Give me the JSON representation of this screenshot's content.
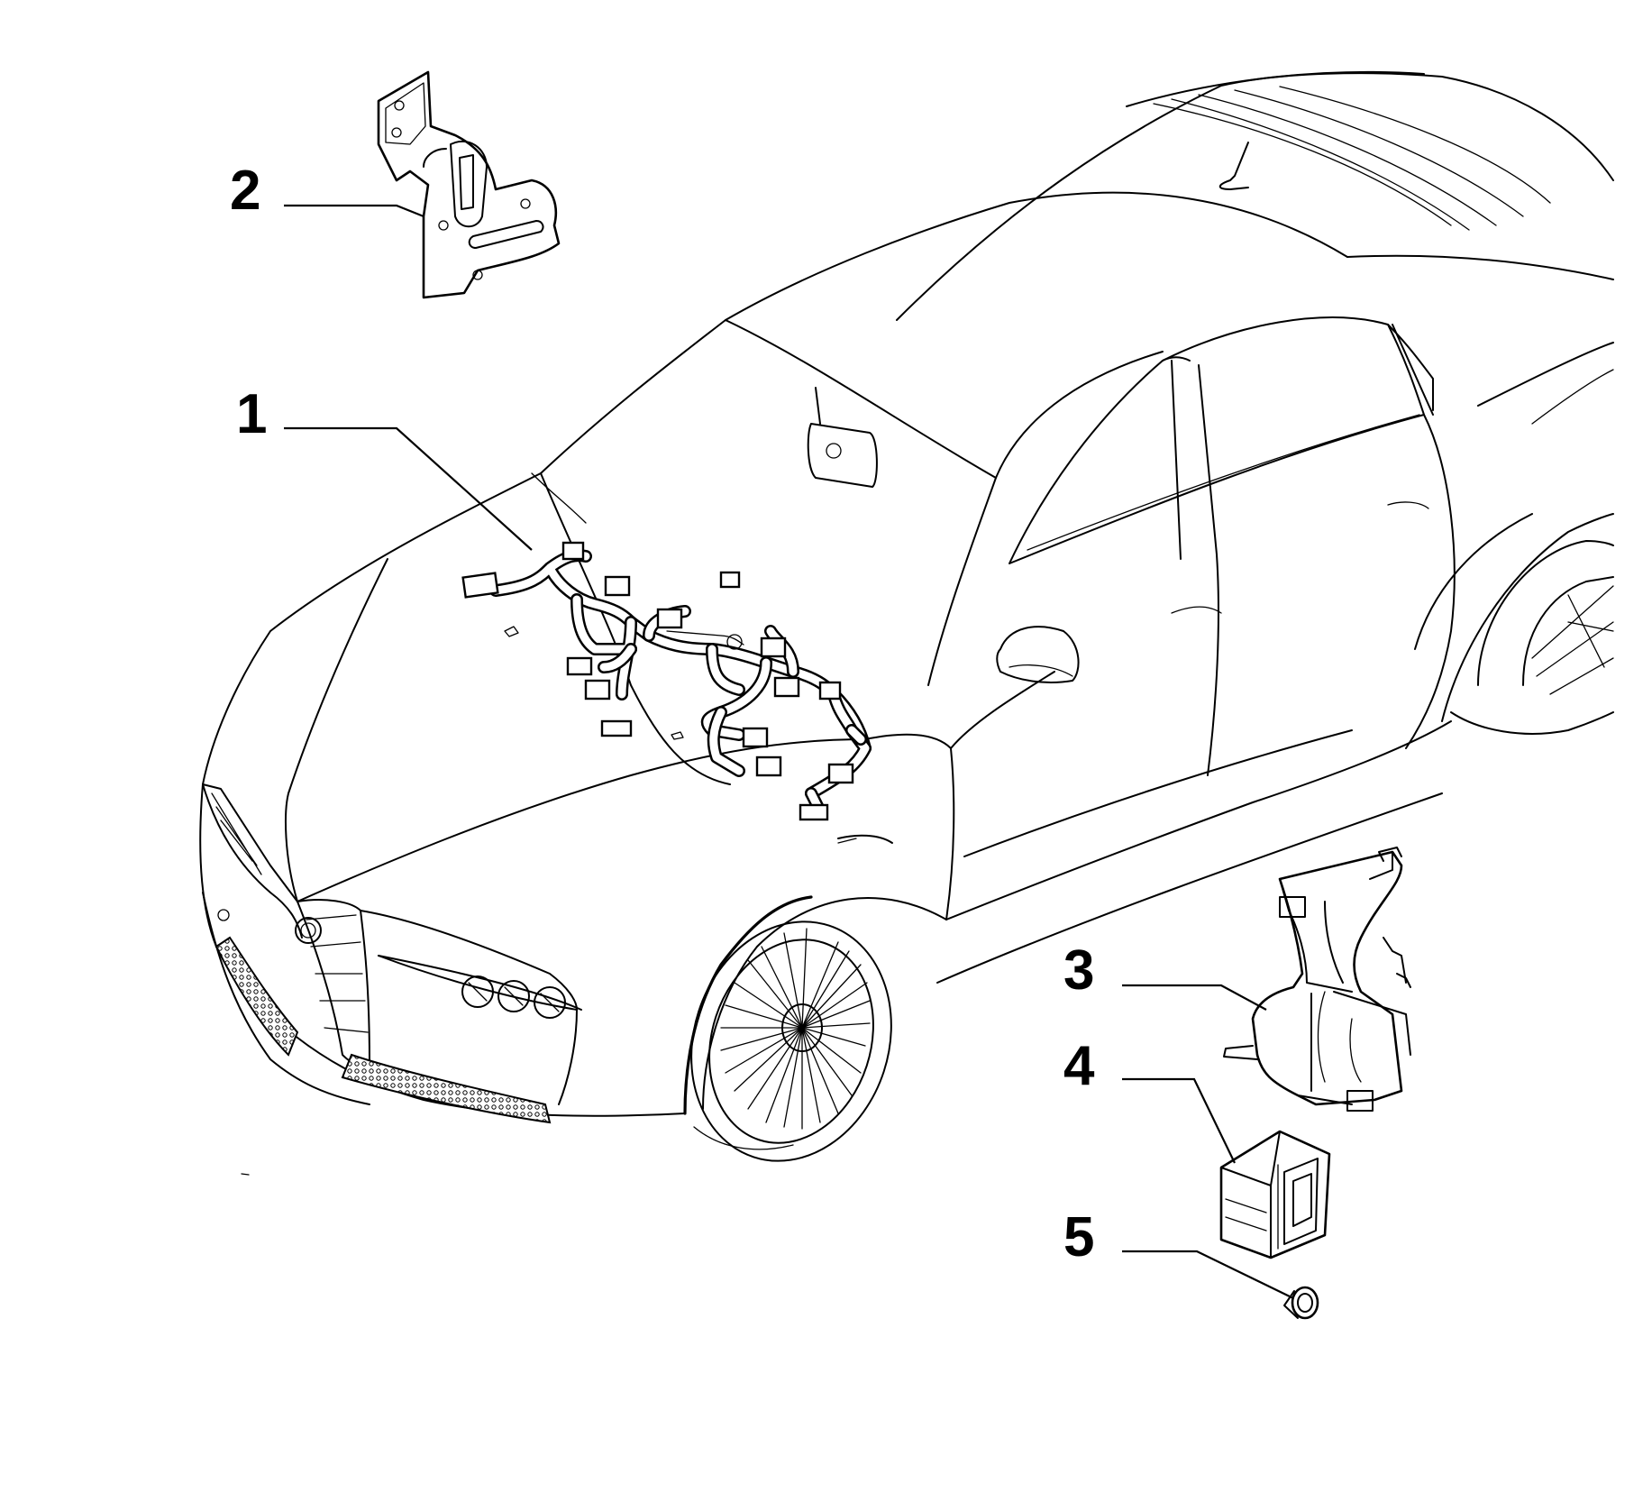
{
  "callouts": [
    {
      "id": "1",
      "label": "1"
    },
    {
      "id": "2",
      "label": "2"
    },
    {
      "id": "3",
      "label": "3"
    },
    {
      "id": "4",
      "label": "4"
    },
    {
      "id": "5",
      "label": "5"
    }
  ],
  "parts": {
    "p1": "wiring-harness",
    "p2": "mounting-bracket",
    "p3": "bracket-support",
    "p4": "clip-holder",
    "p5": "nut"
  }
}
